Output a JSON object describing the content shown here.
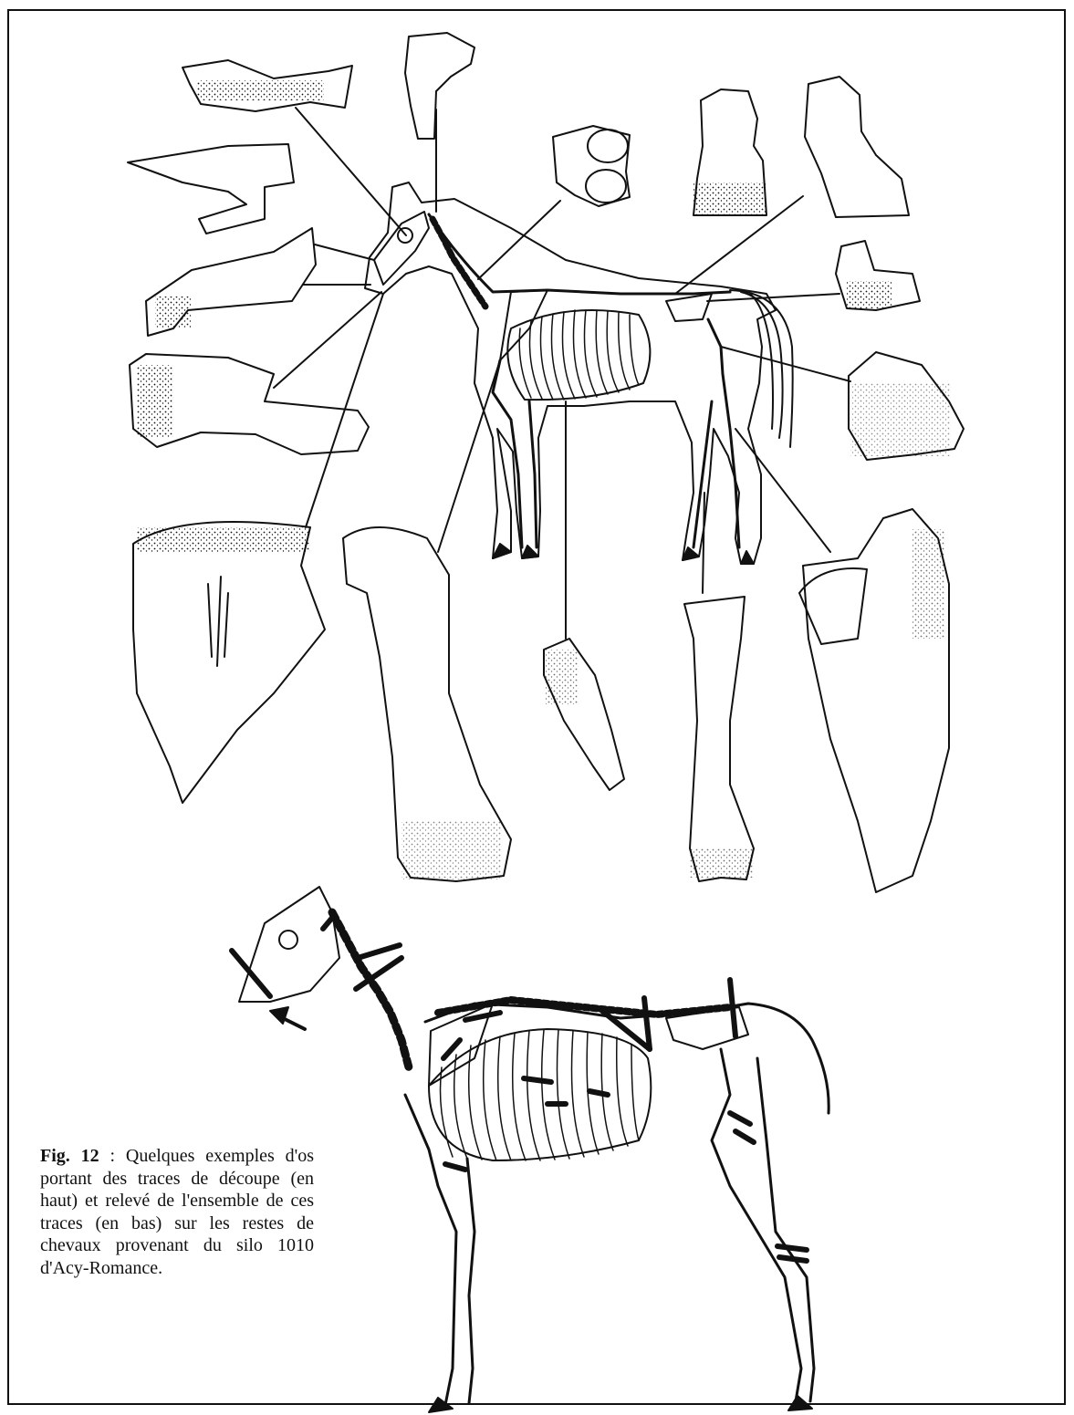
{
  "figure": {
    "label": "Fig. 12",
    "separator": " : ",
    "caption": "Quelques exemples d'os portant des traces de découpe (en haut) et relevé de l'ensemble de ces traces (en bas) sur les restes de chevaux provenant du silo 1010 d'Acy-Romance."
  },
  "illustration": {
    "upper_panel": "horse-outline-with-skeleton-and-bone-details",
    "lower_panel": "horse-skeleton-with-cut-marks",
    "ink_color": "#111111"
  }
}
